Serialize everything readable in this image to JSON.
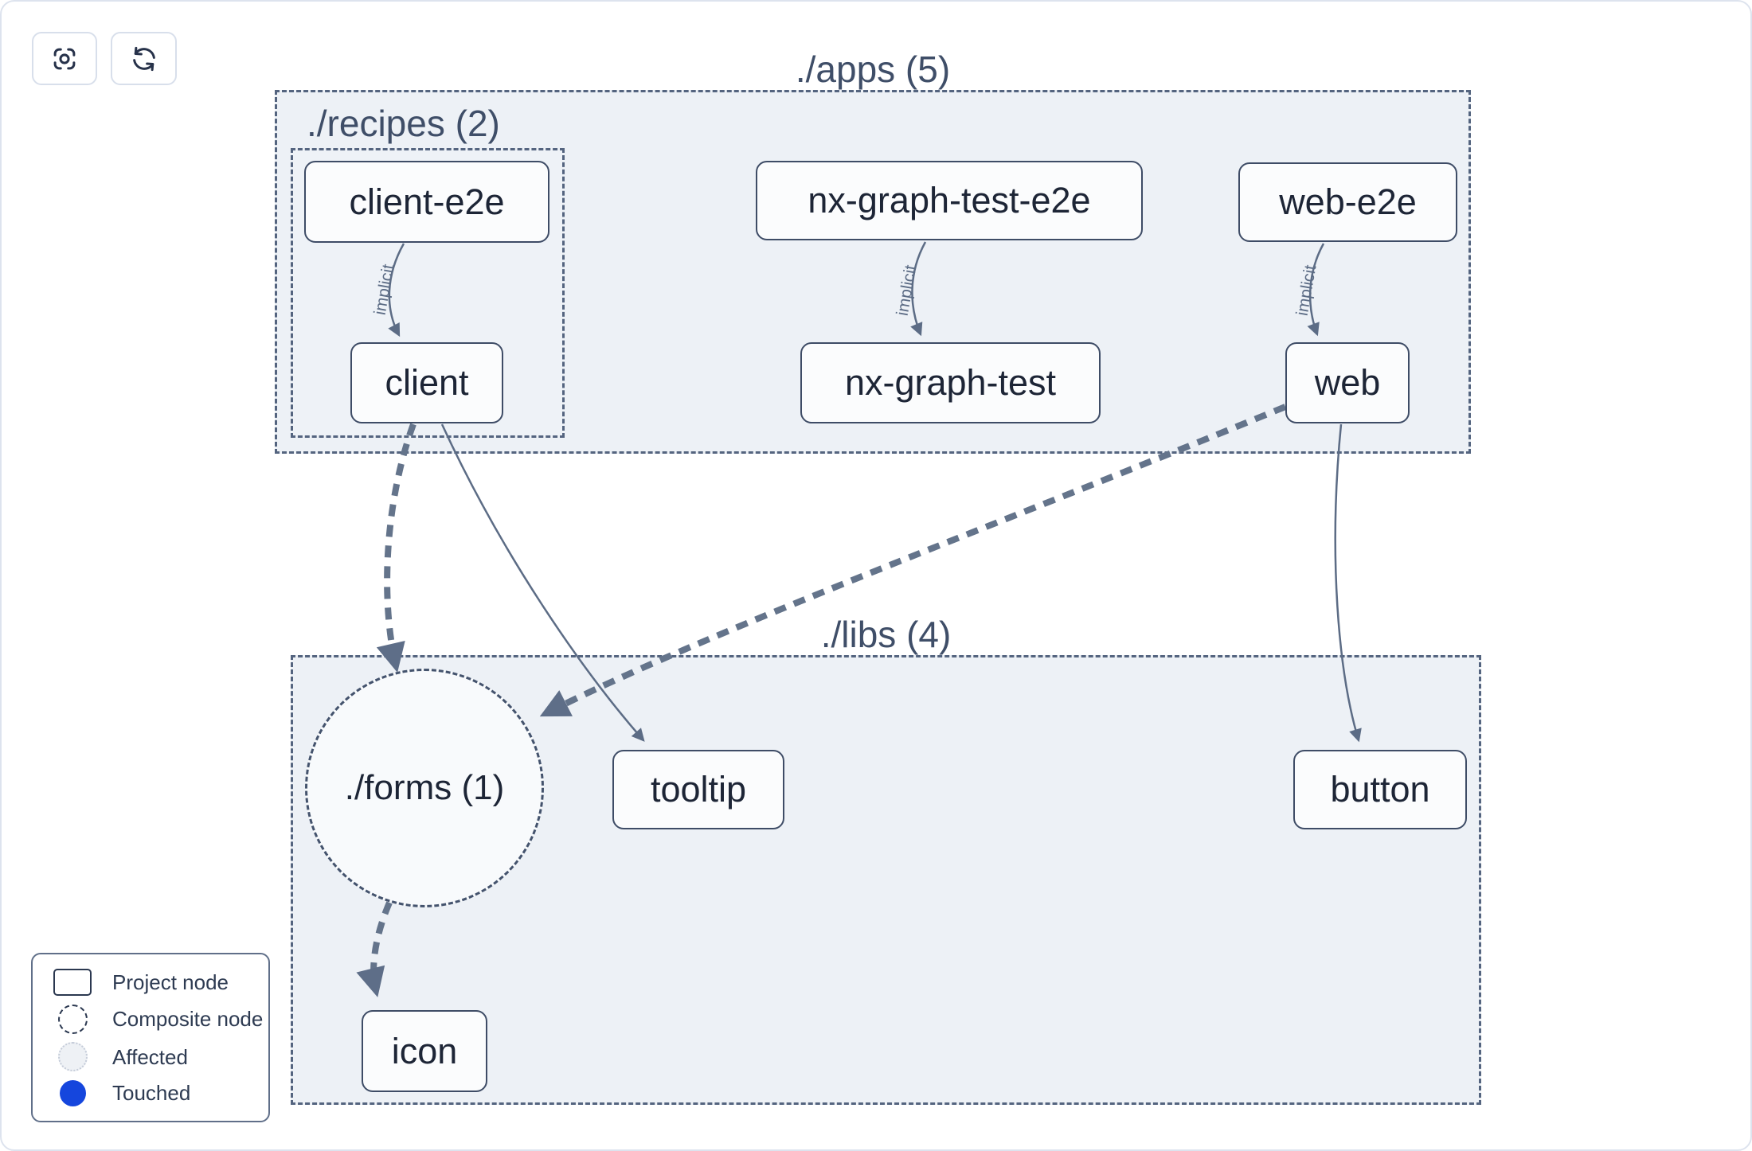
{
  "toolbar": {
    "focus_button": {
      "icon": "focus-icon"
    },
    "refresh_button": {
      "icon": "refresh-icon"
    }
  },
  "graph": {
    "groups": {
      "apps": {
        "label": "./apps (5)",
        "count": 5
      },
      "recipes": {
        "label": "./recipes (2)",
        "count": 2
      },
      "libs": {
        "label": "./libs (4)",
        "count": 4
      }
    },
    "composite_nodes": {
      "forms": {
        "label": "./forms (1)",
        "count": 1
      }
    },
    "nodes": {
      "client_e2e": {
        "label": "client-e2e"
      },
      "nx_graph_test_e2e": {
        "label": "nx-graph-test-e2e"
      },
      "web_e2e": {
        "label": "web-e2e"
      },
      "client": {
        "label": "client"
      },
      "nx_graph_test": {
        "label": "nx-graph-test"
      },
      "web": {
        "label": "web"
      },
      "tooltip": {
        "label": "tooltip"
      },
      "button": {
        "label": "button"
      },
      "icon": {
        "label": "icon"
      }
    },
    "edges": [
      {
        "from": "client-e2e",
        "to": "client",
        "type": "implicit",
        "label": "implicit"
      },
      {
        "from": "nx-graph-test-e2e",
        "to": "nx-graph-test",
        "type": "implicit",
        "label": "implicit"
      },
      {
        "from": "web-e2e",
        "to": "web",
        "type": "implicit",
        "label": "implicit"
      },
      {
        "from": "client",
        "to": "./forms",
        "type": "dashed"
      },
      {
        "from": "client",
        "to": "tooltip",
        "type": "direct"
      },
      {
        "from": "web",
        "to": "./forms",
        "type": "dashed"
      },
      {
        "from": "web",
        "to": "button",
        "type": "direct"
      },
      {
        "from": "./forms",
        "to": "icon",
        "type": "dashed"
      }
    ]
  },
  "legend": {
    "items": [
      {
        "label": "Project node",
        "swatch": "project-rect-outline"
      },
      {
        "label": "Composite node",
        "swatch": "dashed-circle-outline"
      },
      {
        "label": "Affected",
        "swatch": "light-dotted-circle"
      },
      {
        "label": "Touched",
        "swatch": "blue-filled-circle"
      }
    ]
  },
  "colors": {
    "touched_blue": "#1546dd",
    "affected_fill": "#eef1f5",
    "container_fill": "#edf1f6",
    "node_border": "#3e4c66",
    "edge": "#64748b"
  }
}
